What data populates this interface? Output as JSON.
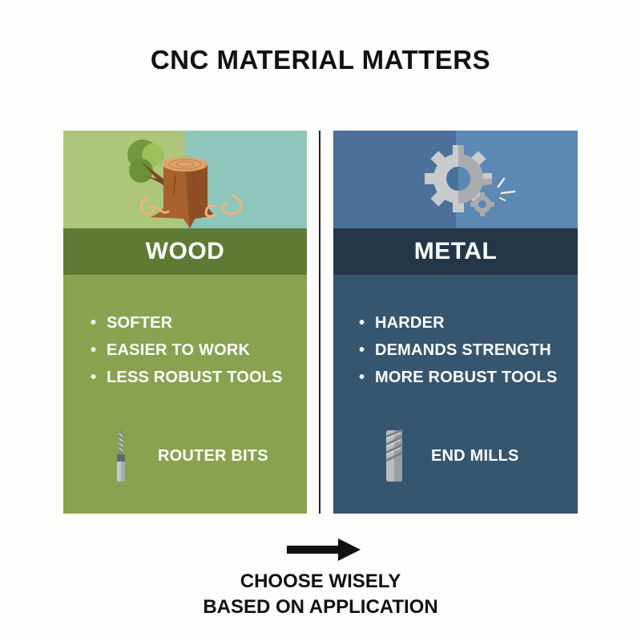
{
  "title": "CNC MATERIAL MATTERS",
  "colors": {
    "wood_panel": "#8aa24f",
    "wood_band": "#5f7a34",
    "metal_panel": "#36556f",
    "metal_band": "#243748",
    "text_light": "#ffffff",
    "text_dark": "#111111"
  },
  "panels": {
    "wood": {
      "icon": "tree-stump-icon",
      "heading": "WOOD",
      "bullets": [
        "SOFTER",
        "EASIER TO WORK",
        "LESS ROBUST TOOLS"
      ],
      "tool_icon": "router-bit-icon",
      "tool_label": "ROUTER BITS"
    },
    "metal": {
      "icon": "gear-icon",
      "heading": "METAL",
      "bullets": [
        "HARDER",
        "DEMANDS STRENGTH",
        "MORE ROBUST TOOLS"
      ],
      "tool_icon": "end-mill-icon",
      "tool_label": "END MILLS"
    }
  },
  "bullet_glyph": "•",
  "footer": {
    "arrow_icon": "arrow-right-icon",
    "line1": "CHOOSE WISELY",
    "line2": "BASED ON APPLICATION"
  }
}
